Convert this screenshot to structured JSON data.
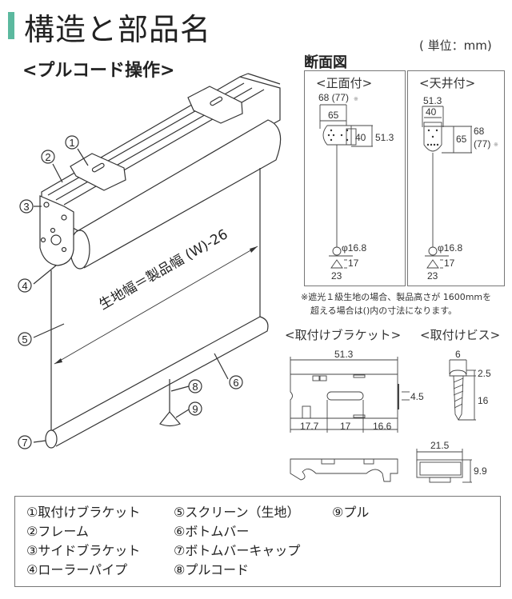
{
  "header": {
    "title": "構造と部品名",
    "accent_color": "#5cb99f",
    "subtitle": "<プルコード操作>",
    "unit": "( 単位：mm)"
  },
  "main_diagram": {
    "dimension_label": "生地幅＝製品幅 (W)-26",
    "callouts": [
      "①",
      "②",
      "③",
      "④",
      "⑤",
      "⑥",
      "⑦",
      "⑧",
      "⑨"
    ]
  },
  "cross_section": {
    "title": "断面図",
    "front_mount": {
      "title": "<正面付>",
      "dims": {
        "overall_depth": "68 (77)",
        "note_mark": "※",
        "width": "65",
        "bracket": "40",
        "height": "51.3",
        "pull_diameter": "φ16.8",
        "pull_height": "17",
        "pull_width": "23"
      }
    },
    "ceiling_mount": {
      "title": "<天井付>",
      "dims": {
        "top_width": "51.3",
        "bracket": "40",
        "height": "65",
        "overall_height": "68",
        "overall_height_alt": "(77)",
        "note_mark": "※",
        "pull_diameter": "φ16.8",
        "pull_height": "17",
        "pull_width": "23"
      }
    },
    "note_line1": "※遮光１級生地の場合、製品高さが 1600mmを",
    "note_line2": "超える場合は()内の寸法になります。"
  },
  "bracket_detail": {
    "title": "<取付けブラケット>",
    "dims": {
      "width": "51.3",
      "slot": "4.5",
      "seg1": "17.7",
      "seg2": "17",
      "seg3": "16.6"
    }
  },
  "screw_detail": {
    "title": "<取付けビス>",
    "dims": {
      "head_width": "6",
      "head_height": "2.5",
      "length": "16"
    }
  },
  "cap_detail": {
    "dims": {
      "width": "21.5",
      "height": "9.9"
    }
  },
  "legend": {
    "col1": [
      "①取付けブラケット",
      "②フレーム",
      "③サイドブラケット",
      "④ローラーパイプ"
    ],
    "col2": [
      "⑤スクリーン（生地）",
      "⑥ボトムバー",
      "⑦ボトムバーキャップ",
      "⑧プルコード"
    ],
    "col3": [
      "⑨プル"
    ]
  }
}
